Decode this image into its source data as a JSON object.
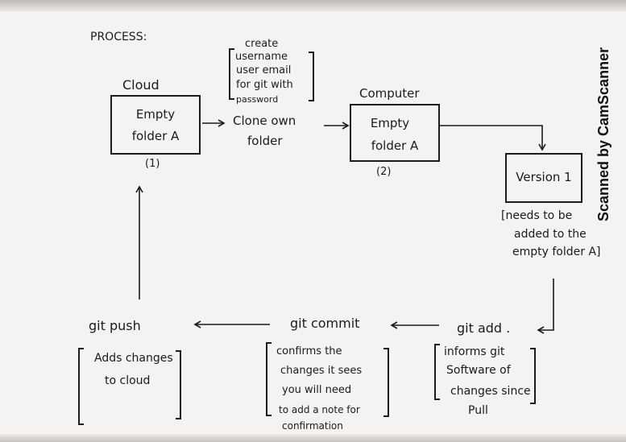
{
  "process_title": "PROCESS:",
  "cloud": {
    "label": "Cloud",
    "box_line1": "Empty",
    "box_line2": "folder A",
    "number": "(1)"
  },
  "create_note": {
    "line1": "create",
    "line2": "username",
    "line3": "user email",
    "line4": "for git with",
    "line5": "password"
  },
  "clone": {
    "line1": "Clone  own",
    "line2": "folder"
  },
  "computer": {
    "label": "Computer",
    "box_line1": "Empty",
    "box_line2": "folder A",
    "number": "(2)"
  },
  "version": {
    "box_label": "Version 1",
    "note_line1": "[needs to be",
    "note_line2": "added to the",
    "note_line3": "empty folder A]"
  },
  "git_add": {
    "label": "git add .",
    "note_line1": "informs git",
    "note_line2": "Software  of",
    "note_line3": "changes since",
    "note_line4": "Pull"
  },
  "git_commit": {
    "label": "git  commit",
    "note_line1": "confirms the",
    "note_line2": "changes it sees",
    "note_line3": "you will need",
    "note_line4": "to  add a note for",
    "note_line5": "confirmation"
  },
  "git_push": {
    "label": "git  push",
    "note_line1": "Adds changes",
    "note_line2": "to cloud"
  },
  "watermark": "Scanned by CamScanner",
  "colors": {
    "ink": "#1b1b1b",
    "paper": "#f4f3f1"
  }
}
